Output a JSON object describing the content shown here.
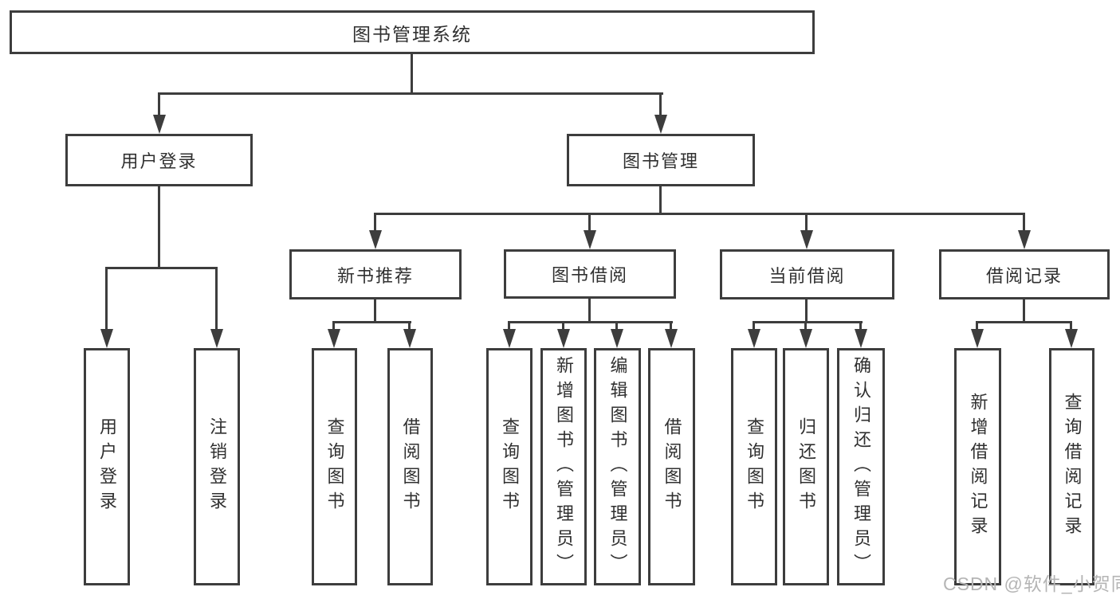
{
  "tree": {
    "label": "图书管理系统",
    "children": [
      {
        "label": "用户登录",
        "children": [
          {
            "label": "用户登录"
          },
          {
            "label": "注销登录"
          }
        ]
      },
      {
        "label": "图书管理",
        "children": [
          {
            "label": "新书推荐",
            "children": [
              {
                "label": "查询图书"
              },
              {
                "label": "借阅图书"
              }
            ]
          },
          {
            "label": "图书借阅",
            "children": [
              {
                "label": "查询图书"
              },
              {
                "label": "新增图书（管理员）"
              },
              {
                "label": "编辑图书（管理员）"
              },
              {
                "label": "借阅图书"
              }
            ]
          },
          {
            "label": "当前借阅",
            "children": [
              {
                "label": "查询图书"
              },
              {
                "label": "归还图书"
              },
              {
                "label": "确认归还（管理员）"
              }
            ]
          },
          {
            "label": "借阅记录",
            "children": [
              {
                "label": "新增借阅记录"
              },
              {
                "label": "查询借阅记录"
              }
            ]
          }
        ]
      }
    ]
  },
  "watermark": {
    "text": "CSDN @软件_小贺同学"
  },
  "colors": {
    "line": "#3d3d3d",
    "text": "#303030",
    "box_fill": "#ffffff",
    "background": "#ffffff",
    "watermark": "#b5b5b5"
  }
}
